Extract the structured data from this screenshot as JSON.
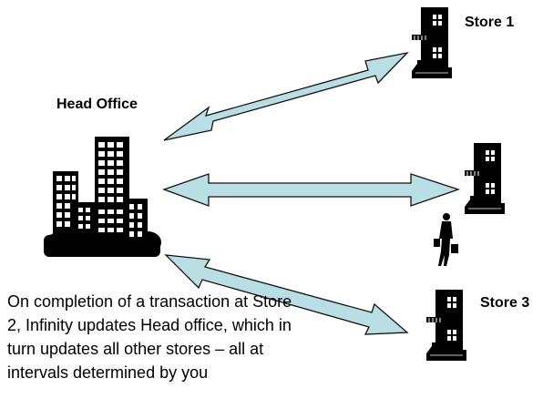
{
  "head_office": {
    "label": "Head Office"
  },
  "stores": [
    {
      "label": "Store 1"
    },
    {
      "label": ""
    },
    {
      "label": "Store 3"
    }
  ],
  "caption": "On completion of a transaction at Store 2, Infinity updates Head office, which in turn updates all other stores – all at intervals determined by you",
  "colors": {
    "arrow_fill": "#b9dfe4",
    "arrow_stroke": "#111111",
    "building": "#000000"
  },
  "icons": [
    "office-building-icon",
    "store-building-icon",
    "shopper-icon"
  ]
}
